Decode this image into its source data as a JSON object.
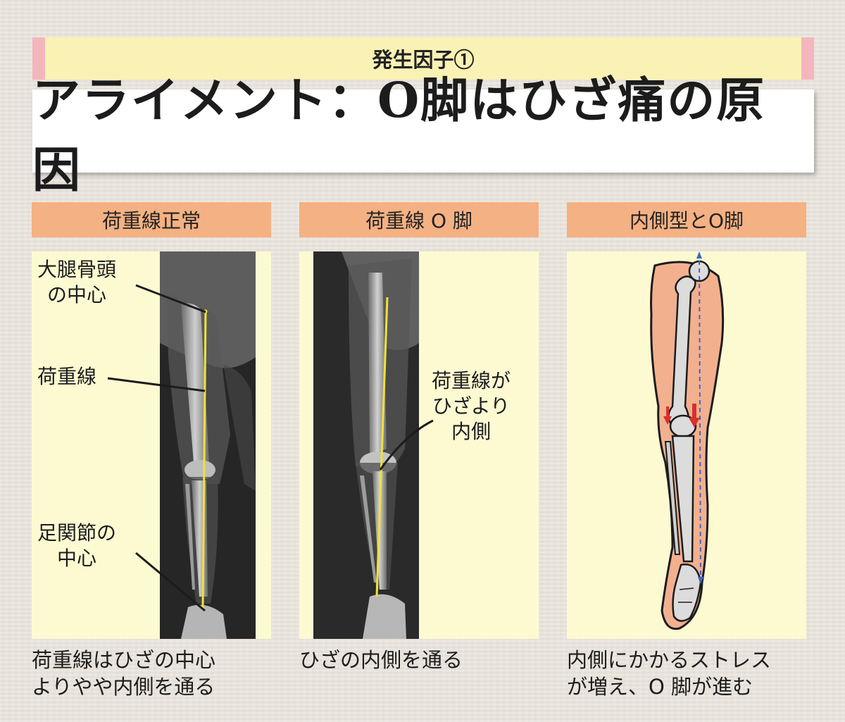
{
  "header": {
    "label": "発生因子①"
  },
  "title": "アライメント：O脚はひざ痛の原因",
  "columns": [
    {
      "header": "荷重線正常",
      "labels": {
        "femoral_head": [
          "大腿骨頭",
          "の中心"
        ],
        "load_line": "荷重線",
        "ankle": [
          "足関節の",
          "中心"
        ]
      },
      "caption": [
        "荷重線はひざの中心",
        "よりやや内側を通る"
      ]
    },
    {
      "header": "荷重線 O 脚",
      "labels": {
        "load_line_medial": [
          "荷重線が",
          "ひざより",
          "内側"
        ]
      },
      "caption": [
        "ひざの内側を通る"
      ]
    },
    {
      "header": "内側型とO脚",
      "caption": [
        "内側にかかるストレス",
        "が増え、O 脚が進む"
      ]
    }
  ],
  "colors": {
    "header_pink": "#f3b6bc",
    "header_yellow": "#faf2b4",
    "column_header": "#f4b183",
    "panel_bg": "#fdfad2",
    "load_line": "#f0e13a",
    "skin": "#f2b08f",
    "arrow_red": "#d9302c",
    "axis_blue": "#3f64c8"
  }
}
